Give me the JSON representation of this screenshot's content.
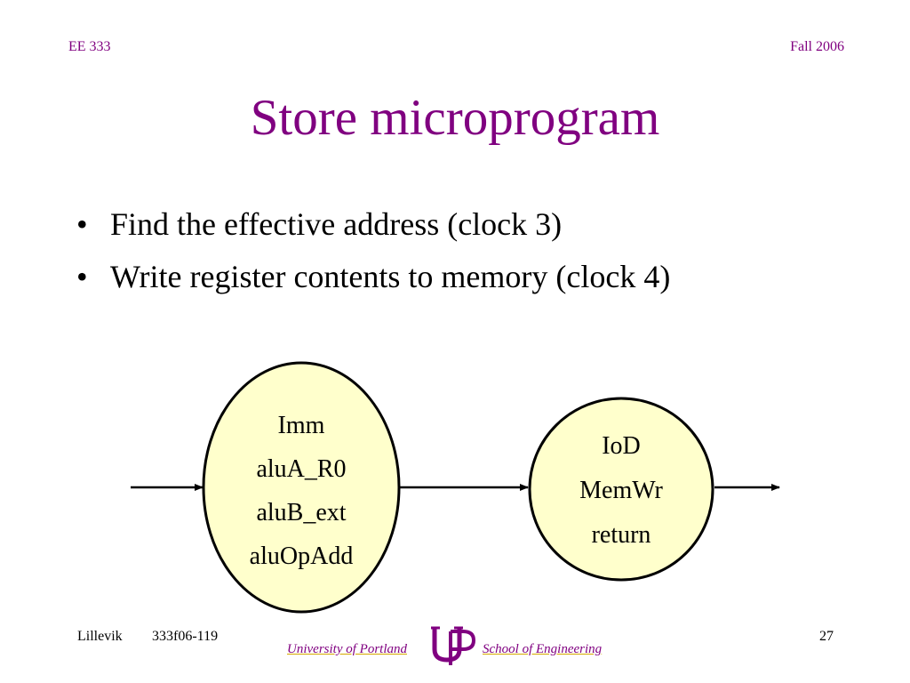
{
  "header": {
    "course": "EE 333",
    "term": "Fall 2006"
  },
  "title": "Store microprogram",
  "bullets": [
    {
      "marker": "•",
      "text": "Find the effective address (clock 3)"
    },
    {
      "marker": "•",
      "text": "Write register contents to memory (clock 4)"
    }
  ],
  "diagram": {
    "state1": {
      "lines": [
        "Imm",
        "aluA_R0",
        "aluB_ext",
        "aluOpAdd"
      ]
    },
    "state2": {
      "lines": [
        "IoD",
        "MemWr",
        "return"
      ]
    },
    "fill_color": "#ffffcc"
  },
  "footer": {
    "author": "Lillevik",
    "code": "333f06-119",
    "page": "27",
    "logo_left": "University of Portland",
    "logo_right": "School of Engineering"
  },
  "colors": {
    "accent": "#800080",
    "logo_gold": "#d4a800"
  }
}
